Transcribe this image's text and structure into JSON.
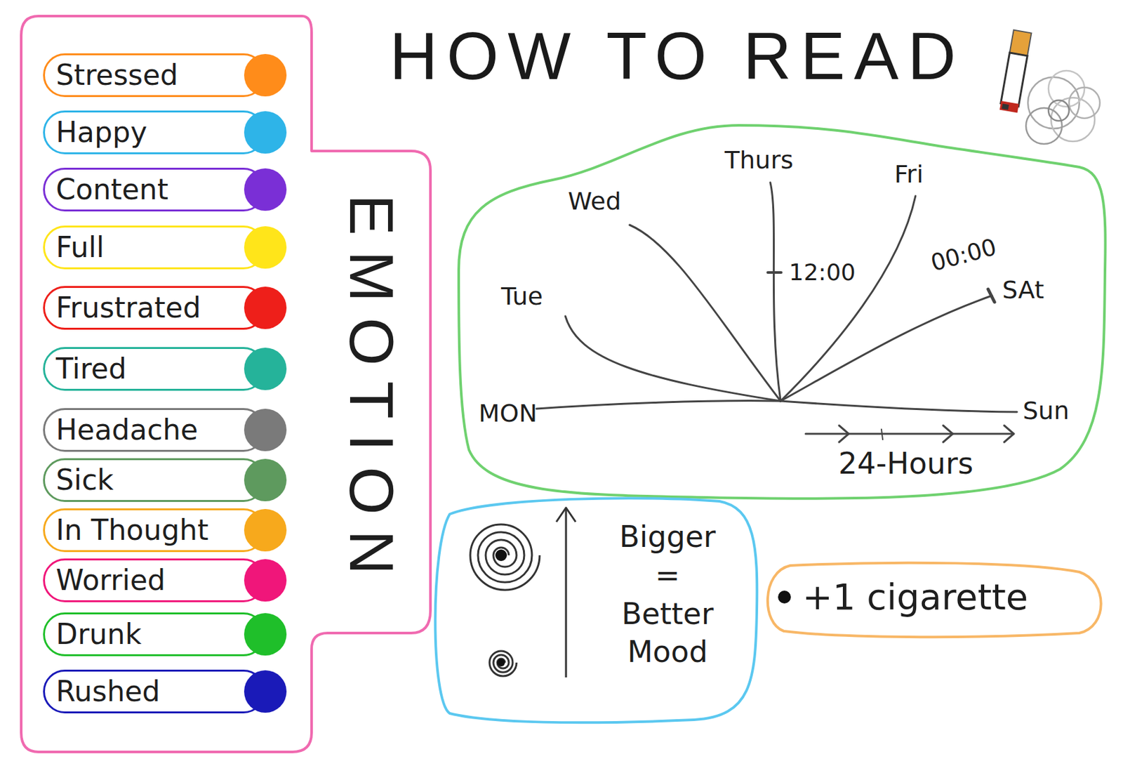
{
  "diagram": {
    "title": "HOW TO READ",
    "nodes": [
      {
        "text": [
          "EMOTION"
        ]
      },
      {
        "text": [
          "MON",
          "Tue",
          "Wed",
          "Thurs",
          "Fri",
          "SAt",
          "Sun",
          "12:00",
          "00:00",
          "24-Hours"
        ]
      },
      {
        "text": [
          "Bigger = Better Mood"
        ]
      },
      {
        "text": [
          "+1 cigarette"
        ]
      }
    ],
    "legend": [
      {
        "text": "Stressed",
        "color": "#ff8c1a"
      },
      {
        "text": "Happy",
        "color": "#2eb4e8"
      },
      {
        "text": "Content",
        "color": "#7a2fd6"
      },
      {
        "text": "Full",
        "color": "#ffe51a"
      },
      {
        "text": "Frustrated",
        "color": "#ee1f1a"
      },
      {
        "text": "Tired",
        "color": "#25b39a"
      },
      {
        "text": "Headache",
        "color": "#7a7a7a"
      },
      {
        "text": "Sick",
        "color": "#5e9a5e"
      },
      {
        "text": "In Thought",
        "color": "#f7a91c"
      },
      {
        "text": "Worried",
        "color": "#f0167a"
      },
      {
        "text": "Drunk",
        "color": "#1fbf2a"
      },
      {
        "text": "Rushed",
        "color": "#1a1ab8"
      }
    ]
  }
}
